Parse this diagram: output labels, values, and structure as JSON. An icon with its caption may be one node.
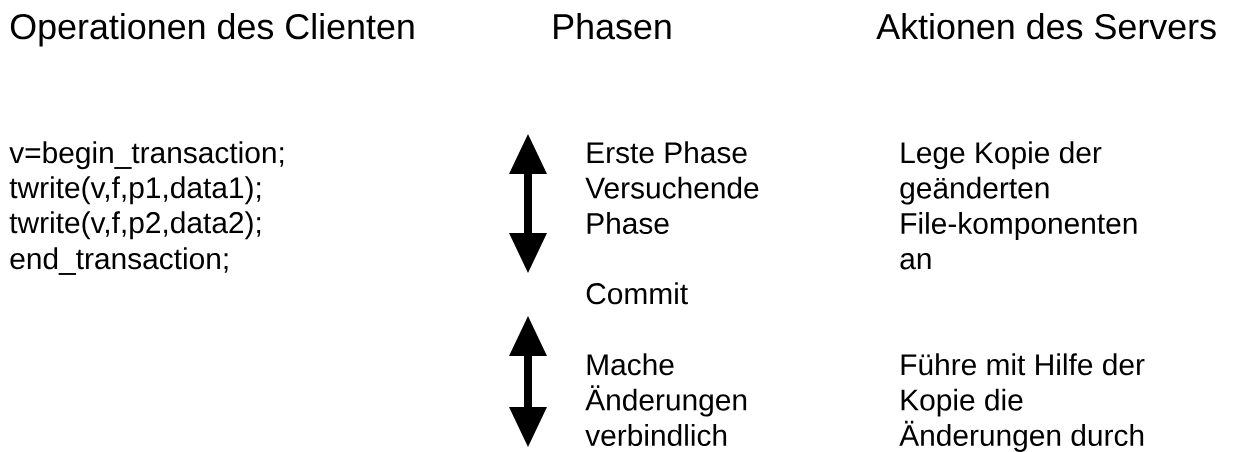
{
  "diagram": {
    "labels": [
      "Operationen des Clienten",
      "Phasen",
      "Aktionen des Servers",
      "v=begin_transaction;",
      "twrite(v,f,p1,data1);",
      "twrite(v,f,p2,data2);",
      "end_transaction;",
      "Erste Phase Versuchende Phase",
      "Lege Kopie der geänderten File-komponenten an",
      "Commit",
      "Mache Änderungen verbindlich",
      "Führe mit Hilfe der Kopie die Änderungen durch"
    ]
  }
}
